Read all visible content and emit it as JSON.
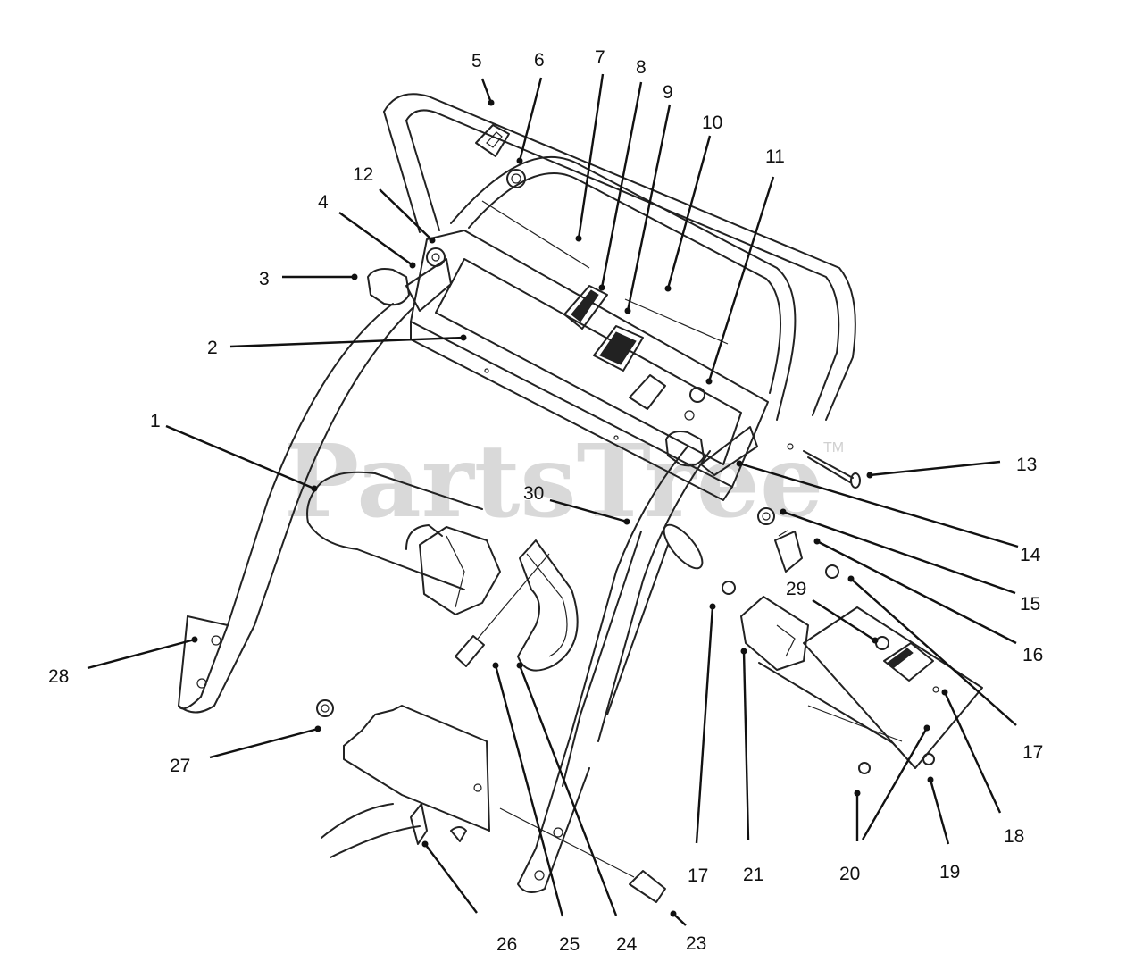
{
  "watermark": {
    "text": "PartsTree",
    "trademark": "TM"
  },
  "callouts": [
    {
      "id": "c1",
      "label": "1"
    },
    {
      "id": "c2",
      "label": "2"
    },
    {
      "id": "c3",
      "label": "3"
    },
    {
      "id": "c4",
      "label": "4"
    },
    {
      "id": "c5",
      "label": "5"
    },
    {
      "id": "c6",
      "label": "6"
    },
    {
      "id": "c7",
      "label": "7"
    },
    {
      "id": "c8",
      "label": "8"
    },
    {
      "id": "c9",
      "label": "9"
    },
    {
      "id": "c10",
      "label": "10"
    },
    {
      "id": "c11",
      "label": "11"
    },
    {
      "id": "c12",
      "label": "12"
    },
    {
      "id": "c13",
      "label": "13"
    },
    {
      "id": "c14",
      "label": "14"
    },
    {
      "id": "c15",
      "label": "15"
    },
    {
      "id": "c16",
      "label": "16"
    },
    {
      "id": "c17a",
      "label": "17"
    },
    {
      "id": "c17b",
      "label": "17"
    },
    {
      "id": "c18",
      "label": "18"
    },
    {
      "id": "c19",
      "label": "19"
    },
    {
      "id": "c20",
      "label": "20"
    },
    {
      "id": "c21",
      "label": "21"
    },
    {
      "id": "c23",
      "label": "23"
    },
    {
      "id": "c24",
      "label": "24"
    },
    {
      "id": "c25",
      "label": "25"
    },
    {
      "id": "c26",
      "label": "26"
    },
    {
      "id": "c27",
      "label": "27"
    },
    {
      "id": "c28",
      "label": "28"
    },
    {
      "id": "c29",
      "label": "29"
    },
    {
      "id": "c30",
      "label": "30"
    }
  ]
}
